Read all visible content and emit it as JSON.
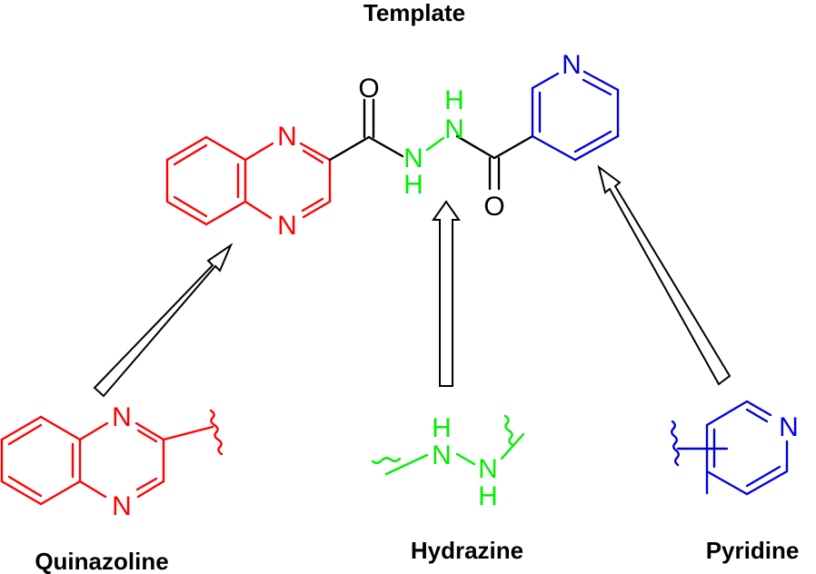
{
  "labels": {
    "template": "Template",
    "quinazoline": "Quinazoline",
    "hydrazine": "Hydrazine",
    "pyridine": "Pyridine"
  },
  "atoms": {
    "nitrogen": "N",
    "oxygen": "O",
    "hydrogen": "H"
  },
  "colors": {
    "quinazoline": "#ff0000",
    "hydrazine": "#00ee00",
    "pyridine": "#0000dd",
    "linker": "#000000"
  }
}
